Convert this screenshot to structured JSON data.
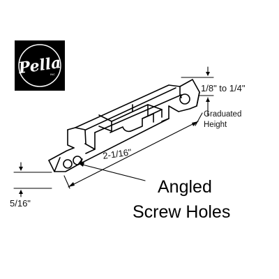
{
  "logo": {
    "text": "Pella",
    "mark": "INC"
  },
  "dimensions": {
    "height_range": "1/8\" to 1/4\"",
    "height_note_line1": "Graduated",
    "height_note_line2": "Height",
    "length": "2-1/16\"",
    "end_height": "5/16\""
  },
  "caption": {
    "line1": "Angled",
    "line2": "Screw Holes"
  }
}
